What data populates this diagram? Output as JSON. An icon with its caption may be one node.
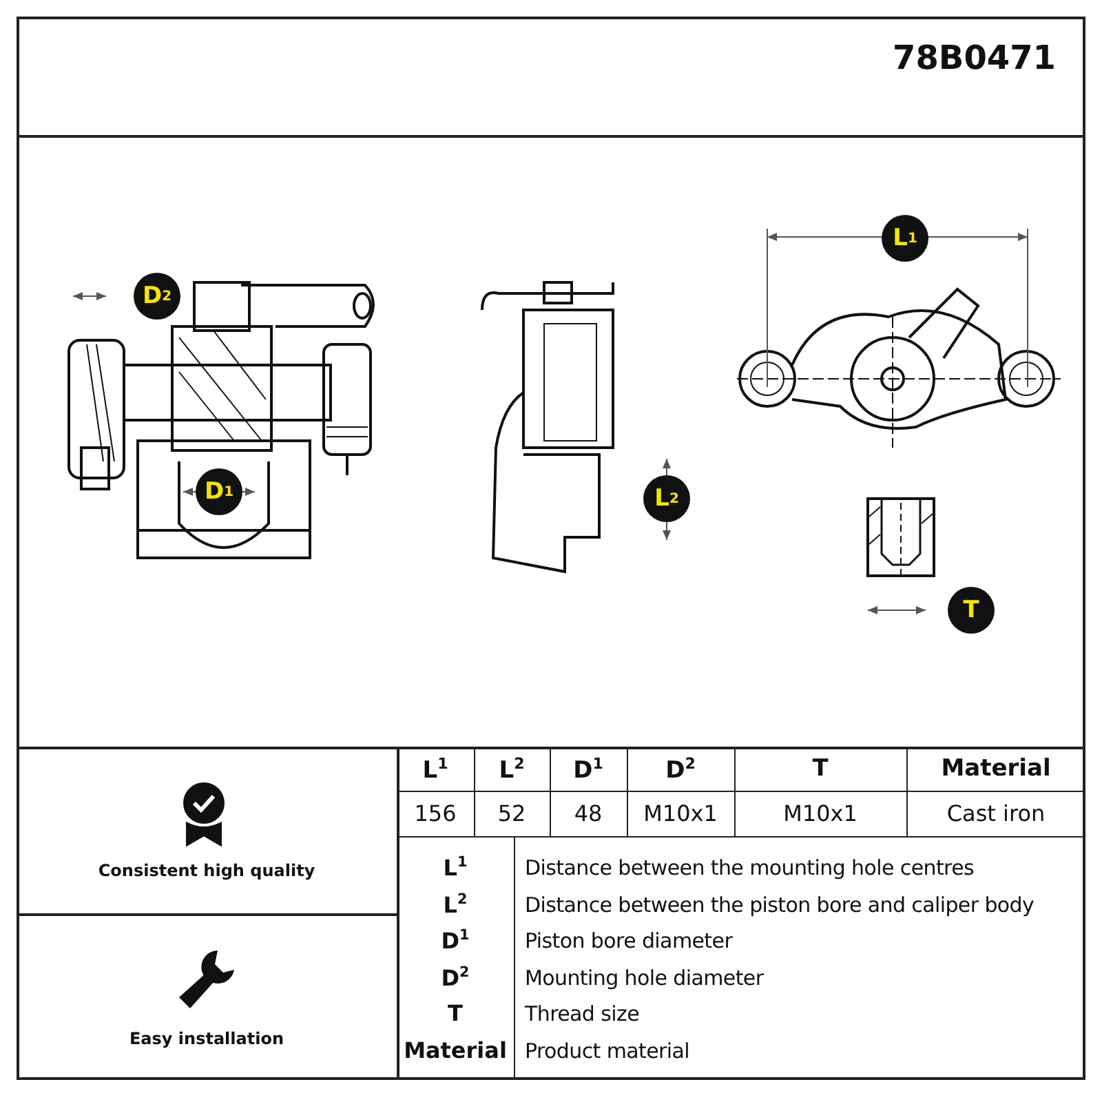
{
  "diagram": {
    "labels": [
      "78B0471",
      "L$^{1}$",
      "D$^{2}$",
      "D$^{1}$",
      "L$^{2}$",
      "T",
      "L$^{1}$",
      "L$^{2}$",
      "D$^{1}$",
      "D$^{2}$",
      "T",
      "Material",
      "156",
      "52",
      "48",
      "M10x1",
      "M10x1",
      "Cast iron",
      "Consistent high quality",
      "Easy installation",
      "L$^{1}$",
      "Distance between the mounting hole centres",
      "L$^{2}$",
      "Distance between the piston bore and caliper body",
      "D$^{1}$",
      "Piston bore diameter",
      "D$^{2}$",
      "Mounting hole diameter",
      "T",
      "Thread size",
      "Material",
      "Product material"
    ]
  }
}
